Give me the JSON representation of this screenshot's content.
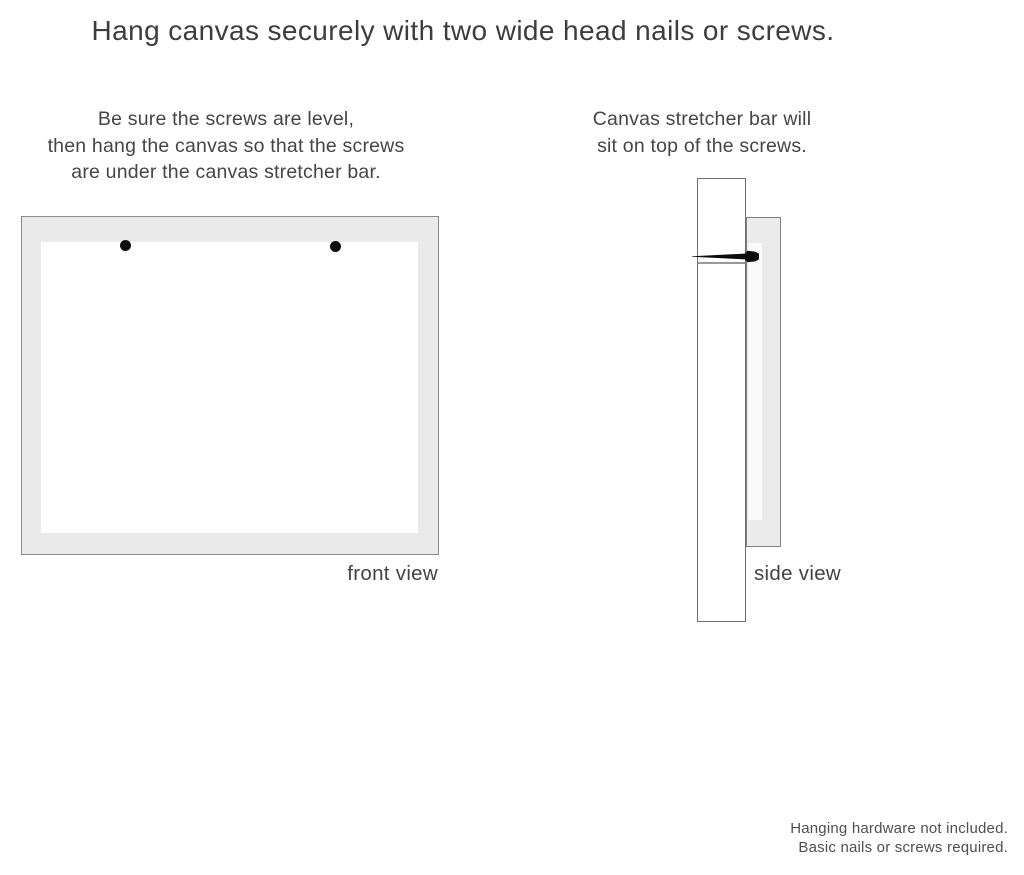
{
  "page": {
    "title": "Hang canvas securely with two wide head nails or screws.",
    "background_color": "#ffffff",
    "text_color": "#414141"
  },
  "instructions": {
    "left": {
      "lines": [
        "Be sure the screws are level,",
        "then hang the canvas so that the screws",
        "are under the canvas stretcher bar."
      ]
    },
    "right": {
      "lines": [
        "Canvas stretcher bar will",
        "sit on top of the screws."
      ]
    }
  },
  "front_view": {
    "label": "front view",
    "canvas_wrap_color": "#eaeaea",
    "canvas_face_color": "#ffffff",
    "border_color": "#8b8b8b",
    "screw_color": "#0d0d0d",
    "screw_count": 2
  },
  "side_view": {
    "label": "side view",
    "bar_fill": "#ffffff",
    "canvas_fill": "#ebebeb",
    "border_color": "#6e6e6e",
    "nail_color": "#0d0d0d"
  },
  "footer": {
    "lines": [
      "Hanging hardware not included.",
      "Basic nails or screws required."
    ]
  }
}
